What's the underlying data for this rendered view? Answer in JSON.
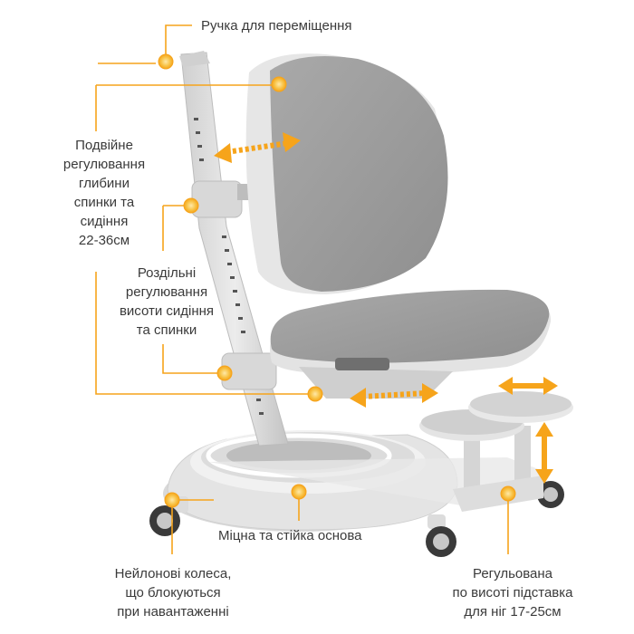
{
  "colors": {
    "accent": "#F6A41B",
    "chair_gray": "#9A9A9A",
    "frame_light": "#E2E2E2"
  },
  "labels": {
    "handle": "Ручка для переміщення",
    "depth": [
      "Подвійне",
      "регулювання",
      "глибини",
      "спинки та",
      "сидіння",
      "22-36см"
    ],
    "height": [
      "Роздільні",
      "регулювання",
      "висоти сидіння",
      "та спинки"
    ],
    "base": "Міцна та стійка основа",
    "wheels": [
      "Нейлонові колеса,",
      "що блокуються",
      "при навантаженні"
    ],
    "footrest": [
      "Регульована",
      "по висоті підставка",
      "для ніг 17-25см"
    ]
  }
}
